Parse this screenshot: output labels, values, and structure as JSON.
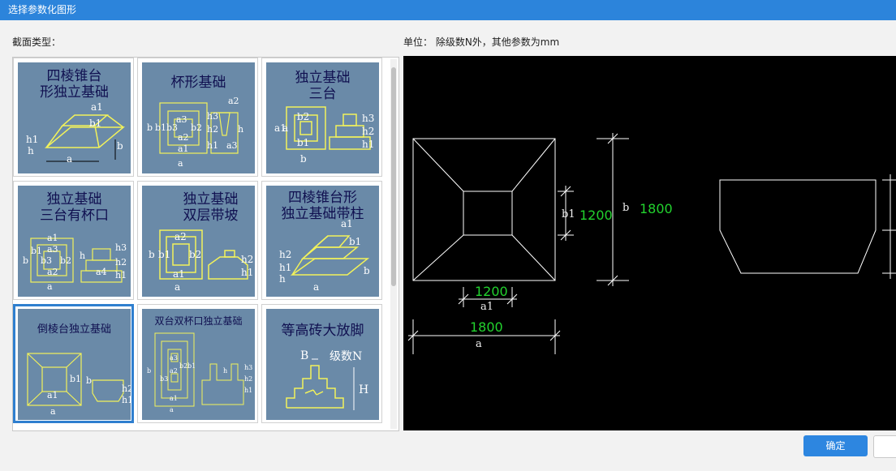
{
  "window": {
    "title": "选择参数化图形"
  },
  "section_label": "截面类型：",
  "unit_note": "单位：  除级数N外，其他参数为mm",
  "shapes": [
    {
      "title": "四棱锥台形独立基础",
      "title_lines": [
        "四棱锥台",
        "形独立基础"
      ],
      "selected": false
    },
    {
      "title": "杯形基础",
      "title_lines": [
        "杯形基础"
      ],
      "selected": false
    },
    {
      "title": "独立基础三台",
      "title_lines": [
        "独立基础",
        "三台"
      ],
      "selected": false
    },
    {
      "title": "独立基础三台有杯口",
      "title_lines": [
        "独立基础",
        "三台有杯口"
      ],
      "selected": false
    },
    {
      "title": "独立基础双层带坡",
      "title_lines": [
        "独立基础",
        "双层带坡"
      ],
      "selected": false
    },
    {
      "title": "四棱锥台形独立基础带柱",
      "title_lines": [
        "四棱锥台形",
        "独立基础带柱"
      ],
      "selected": false
    },
    {
      "title": "倒棱台独立基础",
      "title_lines": [
        "倒棱台独立基础"
      ],
      "selected": true
    },
    {
      "title": "双台双杯口独立基础",
      "title_lines": [
        "双台双杯口独立基础"
      ],
      "selected": false
    },
    {
      "title": "等高砖大放脚",
      "title_lines": [
        "等高砖大放脚"
      ],
      "selected": false
    }
  ],
  "thumb_labels": {
    "s1": [
      "a1",
      "b1",
      "h1",
      "h",
      "a",
      "b"
    ],
    "s2": [
      "a2",
      "b",
      "b1",
      "b3",
      "b2",
      "a3",
      "a2",
      "a1",
      "a",
      "h3",
      "h2",
      "h1",
      "h",
      "a3"
    ],
    "s3": [
      "b2",
      "b1",
      "a1",
      "a",
      "b",
      "h3",
      "h2",
      "h1"
    ],
    "s4": [
      "a1",
      "a3",
      "b",
      "b3",
      "b2",
      "a2",
      "a",
      "h",
      "a4",
      "h3",
      "h2",
      "h1",
      "b1"
    ],
    "s5": [
      "a2",
      "b",
      "b1",
      "b2",
      "a1",
      "a",
      "h2",
      "h1"
    ],
    "s6": [
      "a1",
      "b1",
      "h2",
      "h1",
      "h",
      "a",
      "b"
    ],
    "s7": [
      "b1",
      "a1",
      "a",
      "b",
      "h2",
      "h1"
    ],
    "s8": [
      "a3",
      "a2",
      "b3",
      "b2",
      "b1",
      "a1",
      "a",
      "b",
      "h3",
      "h2",
      "h1",
      "h"
    ],
    "s9": [
      "B",
      "级数N",
      "H"
    ]
  },
  "preview": {
    "values": {
      "a1": "1200",
      "b1": "1200",
      "b": "1800",
      "a": "1800"
    },
    "labels": {
      "a1": "a1",
      "b1": "b1",
      "b": "b",
      "a": "a"
    }
  },
  "buttons": {
    "ok": "确定",
    "cancel": ""
  },
  "colors": {
    "title_bar": "#2c84db",
    "thumb_bg": "#6a8aa8",
    "thumb_line": "#f2f25a",
    "preview_bg": "#000000",
    "dim_value": "#22d22e",
    "ok_button": "#2d86e0",
    "selection": "#2f7fcf"
  }
}
